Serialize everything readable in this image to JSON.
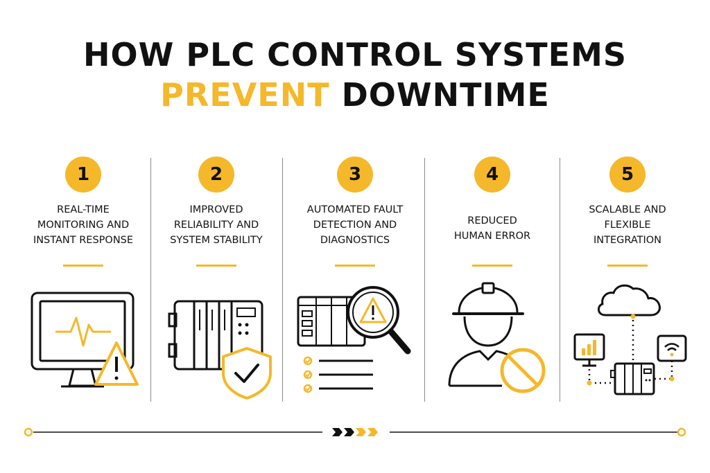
{
  "title": {
    "line1": "HOW PLC CONTROL SYSTEMS",
    "line2_accent": "PREVENT",
    "line2_rest": "DOWNTIME"
  },
  "steps": [
    {
      "number": "1",
      "label": [
        "REAL-TIME",
        "MONITORING AND",
        "INSTANT RESPONSE"
      ],
      "icon": "monitor-alert-icon"
    },
    {
      "number": "2",
      "label": [
        "IMPROVED",
        "RELIABILITY AND",
        "SYSTEM STABILITY"
      ],
      "icon": "plc-shield-icon"
    },
    {
      "number": "3",
      "label": [
        "AUTOMATED FAULT",
        "DETECTION AND",
        "DIAGNOSTICS"
      ],
      "icon": "fault-detection-icon"
    },
    {
      "number": "4",
      "label": [
        "REDUCED",
        "HUMAN ERROR"
      ],
      "icon": "worker-no-error-icon"
    },
    {
      "number": "5",
      "label": [
        "SCALABLE AND",
        "FLEXIBLE",
        "INTEGRATION"
      ],
      "icon": "cloud-integration-icon"
    }
  ],
  "colors": {
    "accent": "#f5b82a",
    "text": "#111111",
    "divider": "#888888"
  }
}
